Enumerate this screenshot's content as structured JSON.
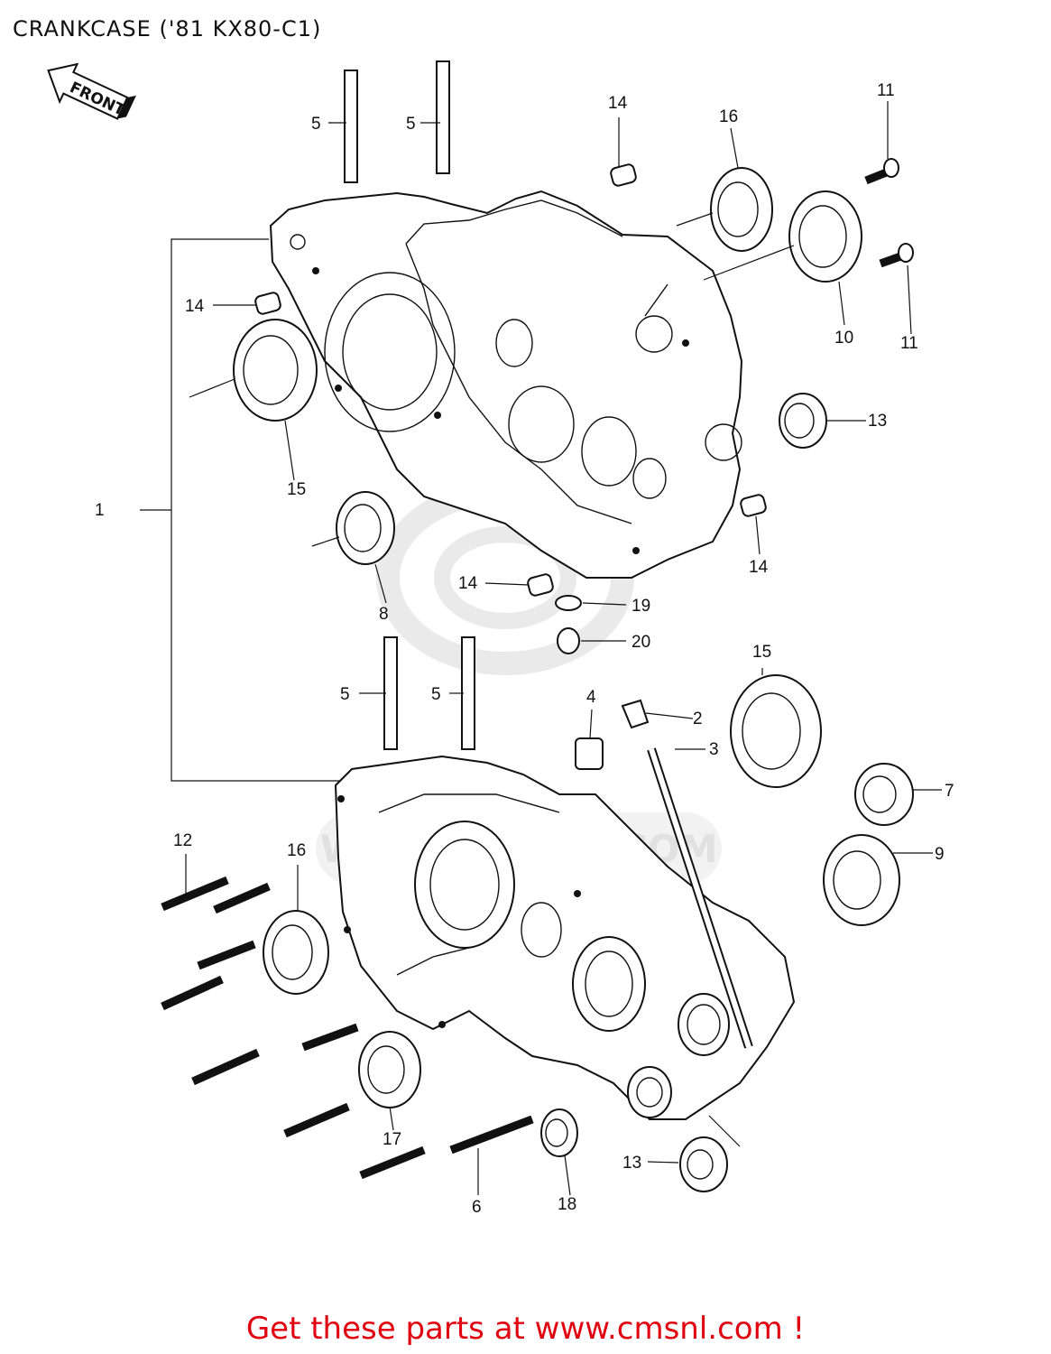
{
  "diagram": {
    "title": "CRANKCASE ('81 KX80-C1)",
    "front_label": "FRONT",
    "watermark": "WWW.CMSNL.COM",
    "callouts": [
      "1",
      "2",
      "3",
      "4",
      "5",
      "5",
      "5",
      "5",
      "6",
      "7",
      "8",
      "9",
      "10",
      "11",
      "11",
      "12",
      "13",
      "13",
      "14",
      "14",
      "14",
      "14",
      "15",
      "15",
      "16",
      "16",
      "17",
      "18",
      "19",
      "20"
    ]
  },
  "footer": {
    "cta": "Get these parts at www.cmsnl.com !"
  },
  "colors": {
    "cta": "#e0000f",
    "line": "#111111",
    "watermark": "#d9d9d9"
  },
  "icons": [
    "front-arrow-icon"
  ]
}
